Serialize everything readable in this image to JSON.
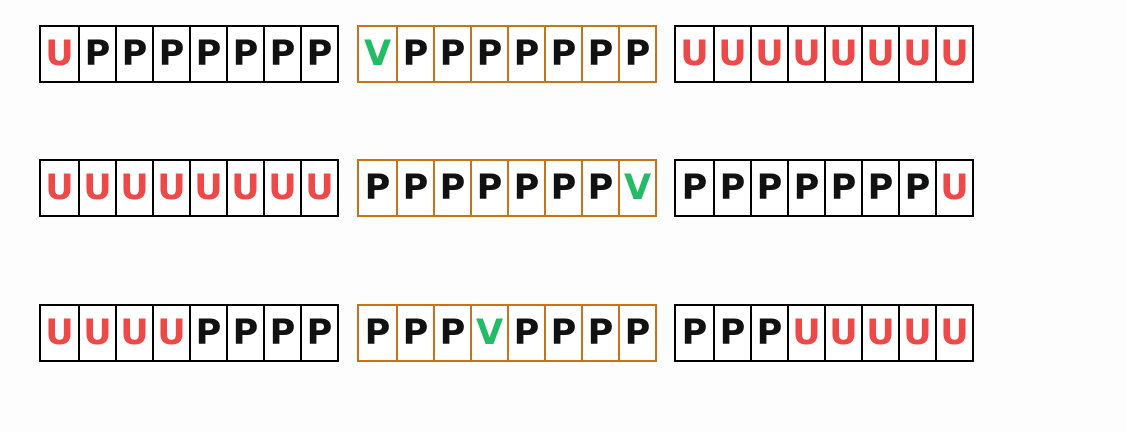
{
  "colors": {
    "P": "#111111",
    "U": "#ee4949",
    "V": "#22bb66",
    "strip_border": "#000000",
    "highlight_border": "#c8731c"
  },
  "rows": [
    {
      "strips": [
        {
          "highlighted": false,
          "cells": [
            "U",
            "P",
            "P",
            "P",
            "P",
            "P",
            "P",
            "P"
          ]
        },
        {
          "highlighted": true,
          "cells": [
            "V",
            "P",
            "P",
            "P",
            "P",
            "P",
            "P",
            "P"
          ]
        },
        {
          "highlighted": false,
          "cells": [
            "U",
            "U",
            "U",
            "U",
            "U",
            "U",
            "U",
            "U"
          ]
        }
      ]
    },
    {
      "strips": [
        {
          "highlighted": false,
          "cells": [
            "U",
            "U",
            "U",
            "U",
            "U",
            "U",
            "U",
            "U"
          ]
        },
        {
          "highlighted": true,
          "cells": [
            "P",
            "P",
            "P",
            "P",
            "P",
            "P",
            "P",
            "V"
          ]
        },
        {
          "highlighted": false,
          "cells": [
            "P",
            "P",
            "P",
            "P",
            "P",
            "P",
            "P",
            "U"
          ]
        }
      ]
    },
    {
      "strips": [
        {
          "highlighted": false,
          "cells": [
            "U",
            "U",
            "U",
            "U",
            "P",
            "P",
            "P",
            "P"
          ]
        },
        {
          "highlighted": true,
          "cells": [
            "P",
            "P",
            "P",
            "V",
            "P",
            "P",
            "P",
            "P"
          ]
        },
        {
          "highlighted": false,
          "cells": [
            "P",
            "P",
            "P",
            "U",
            "U",
            "U",
            "U",
            "U"
          ]
        }
      ]
    }
  ]
}
